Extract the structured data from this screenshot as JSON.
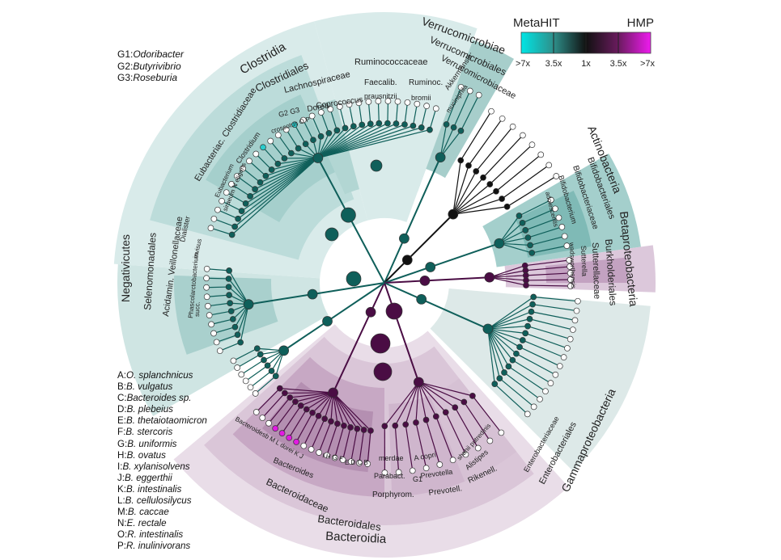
{
  "colorbar": {
    "left_title": "MetaHIT",
    "right_title": "HMP",
    "ticks": [
      ">7x",
      "3.5x",
      "1x",
      "3.5x",
      ">7x"
    ],
    "colors": [
      "#00e5e5",
      "#2e8f8a",
      "#111111",
      "#6a1b5e",
      "#ee1bee"
    ]
  },
  "colors": {
    "metahit_light": "#c9e3e1",
    "metahit_mid": "#8fc4c0",
    "metahit_dark": "#0f5f5a",
    "hmp_light": "#e6d8e4",
    "hmp_mid": "#b68fb3",
    "hmp_dark": "#4a0d44",
    "neutral": "#111111"
  },
  "genus_key": [
    {
      "key": "G1:",
      "name": "Odoribacter"
    },
    {
      "key": "G2:",
      "name": "Butyrivibrio"
    },
    {
      "key": "G3:",
      "name": "Roseburia"
    }
  ],
  "species_key": [
    {
      "key": "A:",
      "name": "O. splanchnicus"
    },
    {
      "key": "B:",
      "name": "B. vulgatus"
    },
    {
      "key": "C:",
      "name": "Bacteroides sp."
    },
    {
      "key": "D:",
      "name": "B. plebeius"
    },
    {
      "key": "E:",
      "name": "B. thetaiotaomicron"
    },
    {
      "key": "F:",
      "name": "B. stercoris"
    },
    {
      "key": "G:",
      "name": "B. uniformis"
    },
    {
      "key": "H:",
      "name": "B. ovatus"
    },
    {
      "key": "I:",
      "name": "B. xylanisolvens"
    },
    {
      "key": "J:",
      "name": "B. eggerthii"
    },
    {
      "key": "K:",
      "name": "B. intestinalis"
    },
    {
      "key": "L:",
      "name": "B. cellulosilycus"
    },
    {
      "key": "M:",
      "name": "B. caccae"
    },
    {
      "key": "N:",
      "name": "E. rectale"
    },
    {
      "key": "O:",
      "name": "R. intestinalis"
    },
    {
      "key": "P:",
      "name": "R. inulinivorans"
    }
  ],
  "clades": {
    "clostridia": "Clostridia",
    "clostridiales": "Clostridiales",
    "lachnospiraceae": "Lachnospiraceae",
    "ruminococcaceae": "Ruminococcaceae",
    "ruminoc": "Ruminoc.",
    "faecalib": "Faecalib.",
    "prausnitzii": "prausnitzii",
    "bromii": "bromii",
    "coprococcus": "Coprococcus",
    "dorea": "Dorea",
    "g2_g3": "G2  G3",
    "crossotus_o_p": "crossotus O P",
    "eubacteriac_clostridiaceae": "Eubacteriac. Clostridiaceae",
    "clostridium": "Clostridium",
    "eubacterium": "Eubacterium",
    "siraeum_n_eligens": "siraeum N eligens",
    "verrucomicrobiae": "Verrucomicrobiae",
    "verrucomicrobiales": "Verrucomicrobiales",
    "verrucomicrobiaceae": "Verrucomicrobiaceae",
    "akkermansia": "Akkermansia",
    "muciniphila": "muciniphila",
    "actinobacteria": "Actinobacteria",
    "bifidobacteriales": "Bifidobacteriales",
    "bifidobacteriaceae": "Bifidobacteriaceae",
    "bifidobacterium": "Bifidobacterium",
    "adolescentis": "adolescentis",
    "betaproteobacteria": "Betaproteobacteria",
    "burkholderiales": "Burkholderiales",
    "sutterellaceae": "Sutterellaceae",
    "sutterella": "Sutterella",
    "wadsworthensis": "wadsworthensis",
    "gammaproteobacteria": "Gammaproteobacteria",
    "enterobacteriales": "Enterobacteriales",
    "enterobacteriaceae": "Enterobacteriaceae",
    "negativicutes": "Negativicutes",
    "selenomonadales": "Selenomonadales",
    "acidamin_veillonellaceae": "Acidamin. Veillonellaceae",
    "dialister": "Dialister",
    "invisus": "invisus",
    "phascolarctobacterium": "Phascolarctobacterium",
    "succ": "succ.",
    "bacteroidia": "Bacteroidia",
    "bacteroidales": "Bacteroidales",
    "bacteroidaceae": "Bacteroidaceae",
    "bacteroides": "Bacteroides",
    "porphyrom": "Porphyrom.",
    "parabact": "Parabact.",
    "merdae": "merdae",
    "prevotell": "Prevotell.",
    "prevotella": "Prevotella",
    "copri": "A copri",
    "g1": "G1",
    "rikenell": "Rikenell.",
    "alistipes": "Alistipes",
    "shahii_putredinis": "shahii putredinis",
    "species_letters_left": "Bacteroidesb M   L   dorei  K J",
    "species_letters_pink": "I H G F",
    "species_letters_right": "E D C B"
  }
}
